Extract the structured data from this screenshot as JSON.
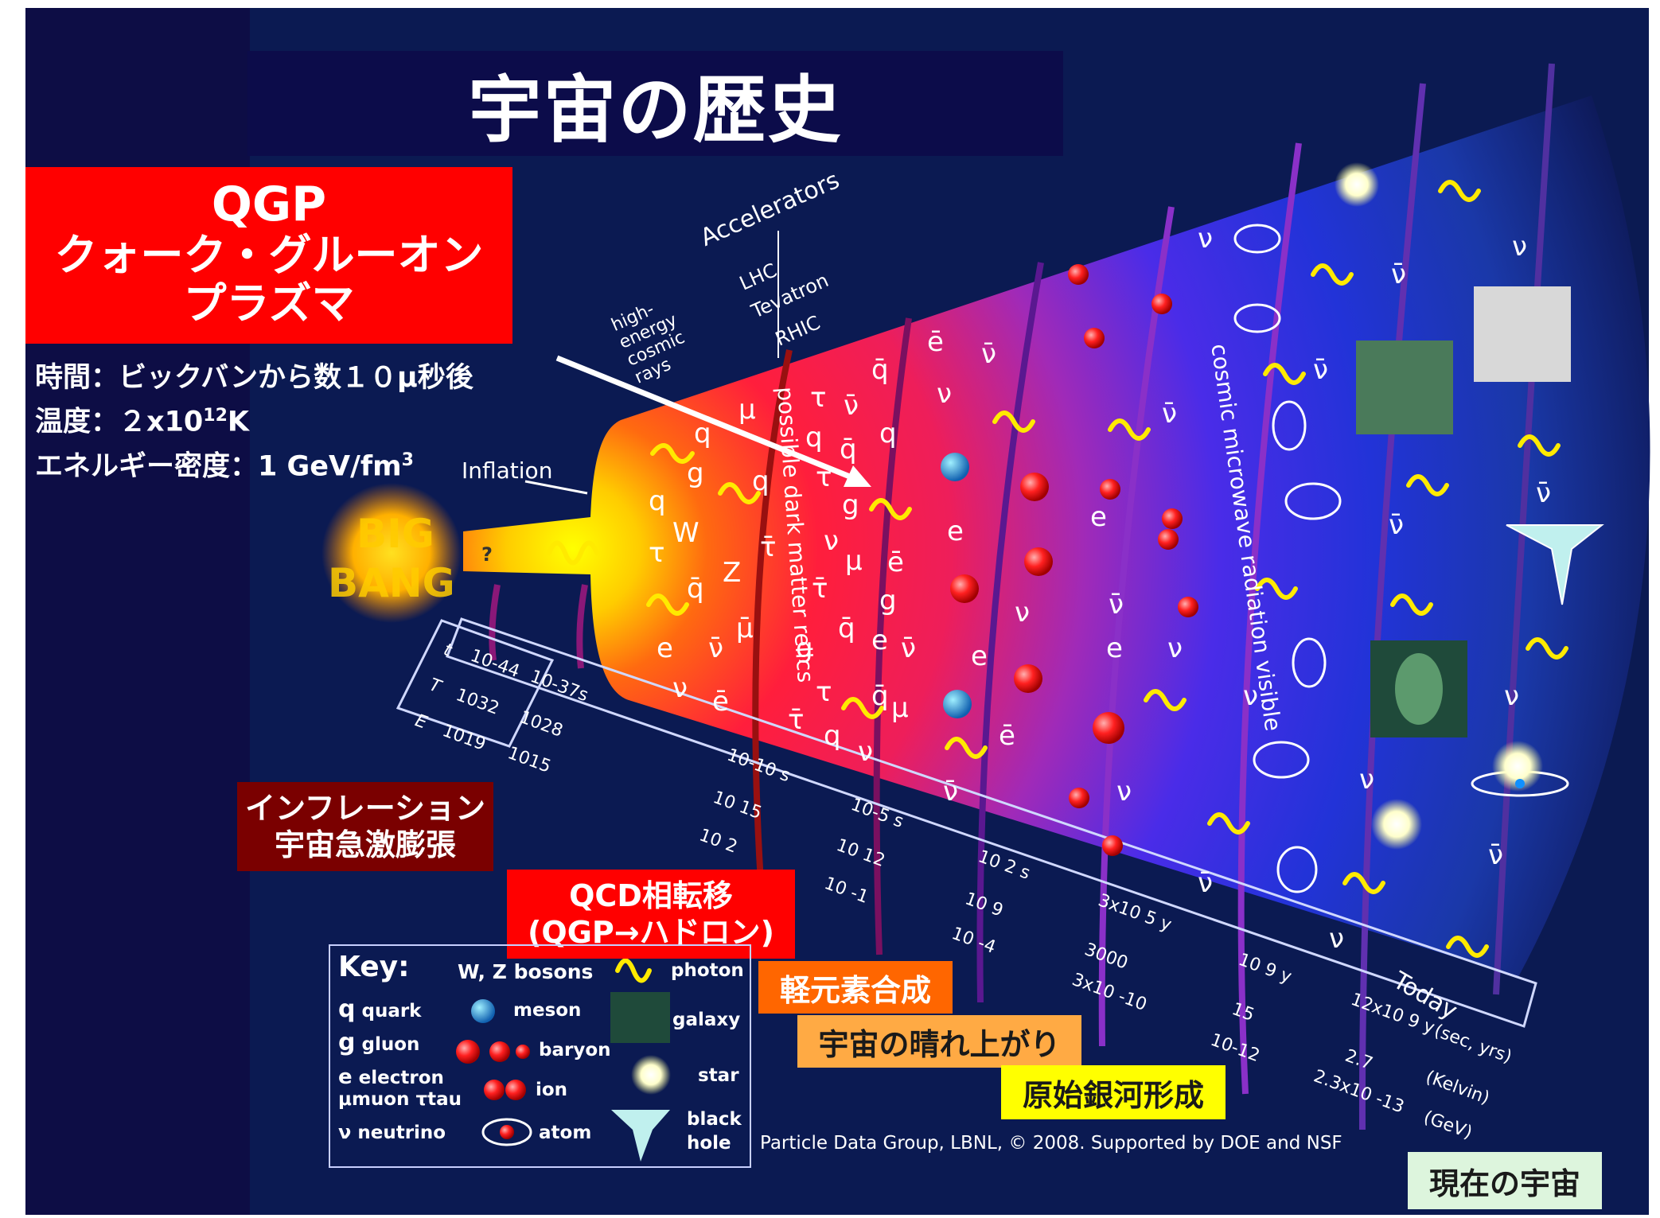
{
  "title": "宇宙の歴史",
  "qgp": {
    "line1": "QGP",
    "line2": "クォーク・グルーオン",
    "line3": "プラズマ",
    "time": "時間：ビックバンから数１０μ秒後",
    "temp_prefix": "温度：２x10",
    "temp_exp": "12",
    "temp_unit": "K",
    "energy_prefix": "エネルギー密度：1 GeV/fm",
    "energy_exp": "3"
  },
  "stages": {
    "inflation_l1": "インフレーション",
    "inflation_l2": "宇宙急激膨張",
    "qcd_l1": "QCD相転移",
    "qcd_l2": "(QGP→ハドロン)",
    "bbn": "軽元素合成",
    "recomb": "宇宙の晴れ上がり",
    "galaxy": "原始銀河形成",
    "today": "現在の宇宙"
  },
  "diagram": {
    "big": "BIG",
    "bang": "BANG",
    "inflation": "Inflation",
    "accelerators": "Accelerators",
    "lhc": "LHC",
    "tevatron": "Tevatron",
    "rhic": "RHIC",
    "cosmic_rays": "high-energy cosmic rays",
    "dark_matter": "possible dark matter relics",
    "cmb": "cosmic microwave radiation visible",
    "today": "Today",
    "question": "?"
  },
  "scale": {
    "t_label": "t",
    "T_label": "T",
    "E_label": "E",
    "t1": "10-44",
    "t2": "10-37s",
    "T1": "1032",
    "T2": "1028",
    "E1": "1019",
    "E2": "1015",
    "c1_t": "10-10 s",
    "c1_T": "10 15",
    "c1_E": "10 2",
    "c2_t": "10-5 s",
    "c2_T": "10 12",
    "c2_E": "10 -1",
    "c3_t": "10 2 s",
    "c3_T": "10 9",
    "c3_E": "10 -4",
    "c4_t": "3x10 5 y",
    "c4_T": "3000",
    "c4_E": "3x10 -10",
    "c5_t": "10 9 y",
    "c5_T": "15",
    "c5_E": "10-12",
    "c6_t": "12x10 9 y",
    "c6_T": "2.7",
    "c6_E": "2.3x10 -13",
    "u_t": "(sec, yrs)",
    "u_T": "(Kelvin)",
    "u_E": "(GeV)"
  },
  "particles": {
    "q": "q",
    "qbar": "q̄",
    "g": "g",
    "e": "e",
    "ebar": "ē",
    "mu": "μ",
    "mubar": "μ̄",
    "tau": "τ",
    "taubar": "τ̄",
    "nu": "ν",
    "nubar": "ν̄",
    "W": "W",
    "Z": "Z"
  },
  "key": {
    "title": "Key:",
    "wz": "W, Z bosons",
    "photon": "photon",
    "quark": "quark",
    "gluon": "gluon",
    "electron": "electron",
    "muon": "muon",
    "tau": "tau",
    "neutrino": "neutrino",
    "meson": "meson",
    "baryon": "baryon",
    "ion": "ion",
    "atom": "atom",
    "galaxy": "galaxy",
    "star": "star",
    "black": "black",
    "hole": "hole"
  },
  "credit": "Particle Data Group, LBNL, © 2008.    Supported by DOE and NSF"
}
